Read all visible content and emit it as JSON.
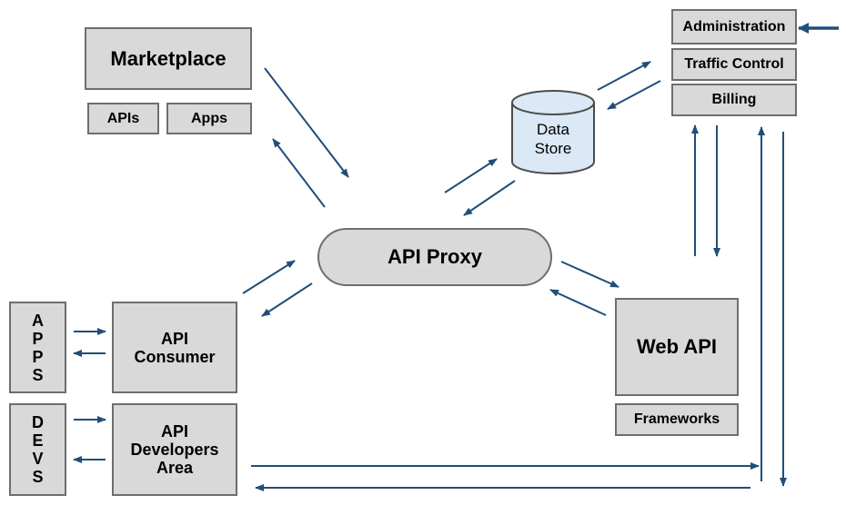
{
  "marketplace": {
    "title": "Marketplace",
    "apis": "APIs",
    "apps": "Apps"
  },
  "admin": {
    "administration": "Administration",
    "traffic_control": "Traffic Control",
    "billing": "Billing"
  },
  "data_store": {
    "line1": "Data",
    "line2": "Store"
  },
  "api_proxy": "API Proxy",
  "web_api": {
    "title": "Web API",
    "frameworks": "Frameworks"
  },
  "apps_column": [
    "A",
    "P",
    "P",
    "S"
  ],
  "devs_column": [
    "D",
    "E",
    "V",
    "S"
  ],
  "api_consumer": {
    "line1": "API",
    "line2": "Consumer"
  },
  "api_developers": {
    "line1": "API",
    "line2": "Developers",
    "line3": "Area"
  },
  "colors": {
    "box_fill": "#d9d9d9",
    "box_border": "#6e6e6e",
    "arrow": "#1f4e79",
    "cylinder_fill": "#dbe8f5"
  }
}
